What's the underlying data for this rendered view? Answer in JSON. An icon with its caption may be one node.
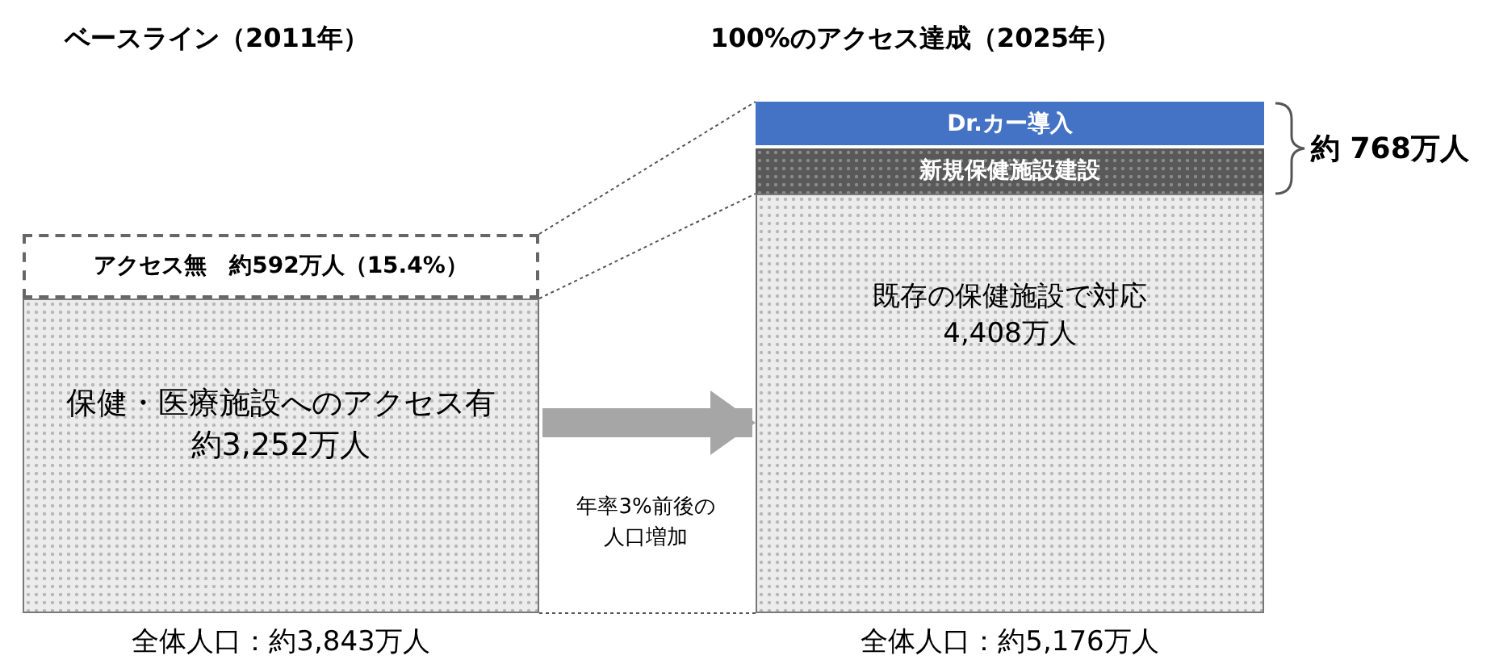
{
  "diagram": {
    "nodes": [
      {
        "text": [
          "アクセス無",
          "約592万人（15.4%）"
        ]
      },
      {
        "text": [
          "保健・医療施設へのアクセス有",
          "約3,252万人"
        ],
        "beside": [
          "全体人口：約3,843万人"
        ]
      },
      {
        "text": [
          "Dr.カー導入"
        ]
      },
      {
        "text": [
          "新規保健施設建設"
        ]
      },
      {
        "text": [
          "既存の保健施設で対応",
          "4,408万人"
        ],
        "beside": [
          "全体人口：約5,176万人"
        ]
      }
    ],
    "edges": [
      {
        "from": 1,
        "to": 4,
        "arrow": "to",
        "label": "年率3%前後の人口増加",
        "style": "thick"
      },
      {
        "from": 0,
        "to": 2,
        "arrow": "none",
        "style": "dashed"
      },
      {
        "from": 0,
        "to": 3,
        "arrow": "none",
        "style": "dashed"
      },
      {
        "from": 1,
        "to": 4,
        "arrow": "none",
        "style": "dashed"
      }
    ],
    "labels": [
      "ベースライン（2011年）",
      "100%のアクセス達成（2025年）",
      "約 768万人"
    ]
  }
}
